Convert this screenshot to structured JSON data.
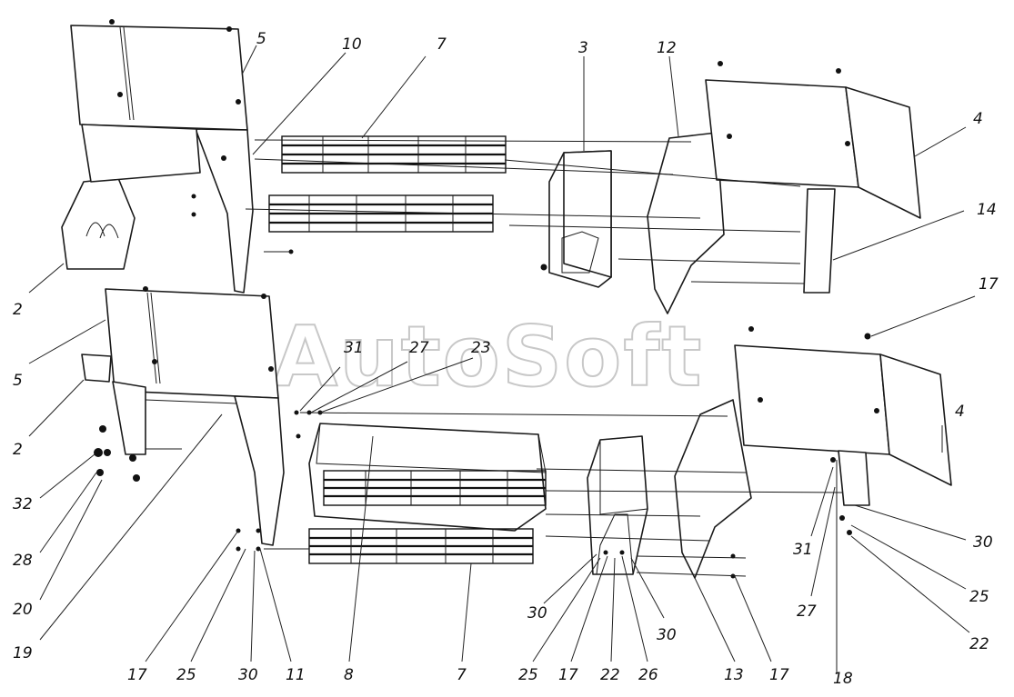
{
  "watermark": "AutoSoft",
  "callouts": [
    "5",
    "10",
    "7",
    "3",
    "12",
    "4",
    "14",
    "2",
    "5",
    "2",
    "32",
    "28",
    "20",
    "19",
    "31",
    "27",
    "23",
    "17",
    "4",
    "8",
    "7",
    "17",
    "25",
    "30",
    "11",
    "30",
    "25",
    "17",
    "22",
    "26",
    "30",
    "13",
    "17",
    "18",
    "31",
    "27",
    "30",
    "25",
    "22"
  ]
}
